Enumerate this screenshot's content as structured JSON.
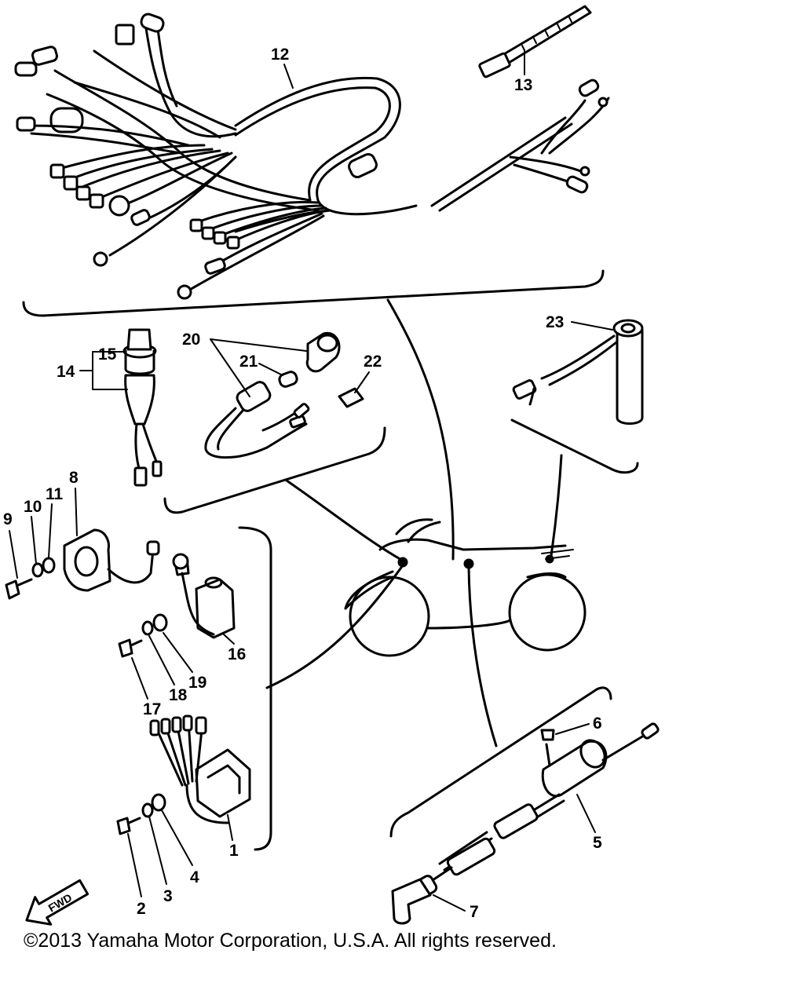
{
  "callouts": {
    "c1": "1",
    "c2": "2",
    "c3": "3",
    "c4": "4",
    "c5": "5",
    "c6": "6",
    "c7": "7",
    "c8": "8",
    "c9": "9",
    "c10": "10",
    "c11": "11",
    "c12": "12",
    "c13": "13",
    "c14": "14",
    "c15": "15",
    "c16": "16",
    "c17": "17",
    "c18": "18",
    "c19": "19",
    "c20": "20",
    "c21": "21",
    "c22": "22",
    "c23": "23"
  },
  "fwd_label": "FWD",
  "copyright": "©2013 Yamaha Motor Corporation, U.S.A. All rights reserved."
}
